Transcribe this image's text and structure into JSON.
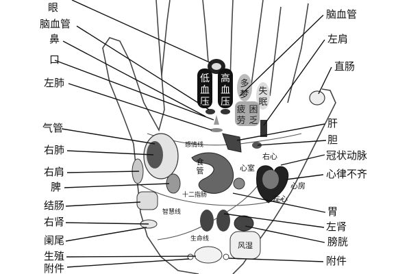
{
  "left_labels": {
    "eye": "眼",
    "cerebral_vessel": "脑血管",
    "nose": "鼻",
    "mouth": "口",
    "left_lung": "左肺",
    "trachea": "气管",
    "right_lung": "右肺",
    "right_shoulder": "右肩",
    "spleen": "脾",
    "colon": "结肠",
    "right_kidney": "右肾",
    "appendix": "阑尾",
    "reproductive": "生殖",
    "adnexa_left": "附件"
  },
  "right_labels": {
    "cerebral_vessel": "脑血管",
    "left_shoulder": "左肩",
    "rectum": "直肠",
    "liver": "肝",
    "gallbladder": "胆",
    "coronary_artery": "冠状动脉",
    "arrhythmia": "心律不齐",
    "stomach": "胃",
    "left_kidney": "左肾",
    "bladder": "膀胱",
    "adnexa_right": "附件"
  },
  "palm_text": {
    "low_bp_1": "低",
    "low_bp_2": "血",
    "low_bp_3": "压",
    "high_bp_1": "高",
    "high_bp_2": "血",
    "high_bp_3": "压",
    "dream_1": "多",
    "dream_2": "梦",
    "insomnia_1": "失",
    "insomnia_2": "眠",
    "fatigue_1": "疲",
    "fatigue_2": "困",
    "fatigue_3": "劳",
    "fatigue_4": "乏",
    "emotion_line": "感情线",
    "esophagus_1": "食",
    "esophagus_2": "管",
    "heart_chamber": "心室",
    "right_heart": "右心",
    "atrium": "心房",
    "left_heart": "左心",
    "duodenum": "十二指肠",
    "wisdom_line": "智慧线",
    "life_line": "生命线",
    "rheumatism": "风湿"
  }
}
